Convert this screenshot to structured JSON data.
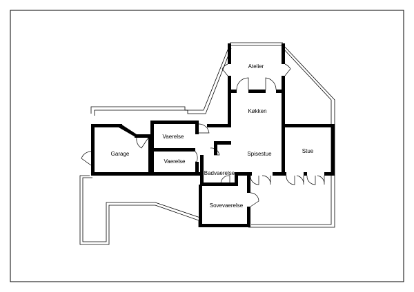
{
  "floor_plan": {
    "rooms": [
      {
        "id": "atelier",
        "label": "Atelier"
      },
      {
        "id": "kokken",
        "label": "Køkken"
      },
      {
        "id": "vaerelse-1",
        "label": "Vaerelse"
      },
      {
        "id": "vaerelse-2",
        "label": "Vaerelse"
      },
      {
        "id": "garage",
        "label": "Garage"
      },
      {
        "id": "spisestue",
        "label": "Spisestue"
      },
      {
        "id": "stue",
        "label": "Stue"
      },
      {
        "id": "badvaerelse",
        "label": "Badvaerelse"
      },
      {
        "id": "sovevaerelse",
        "label": "Sovevaerelse"
      }
    ]
  }
}
